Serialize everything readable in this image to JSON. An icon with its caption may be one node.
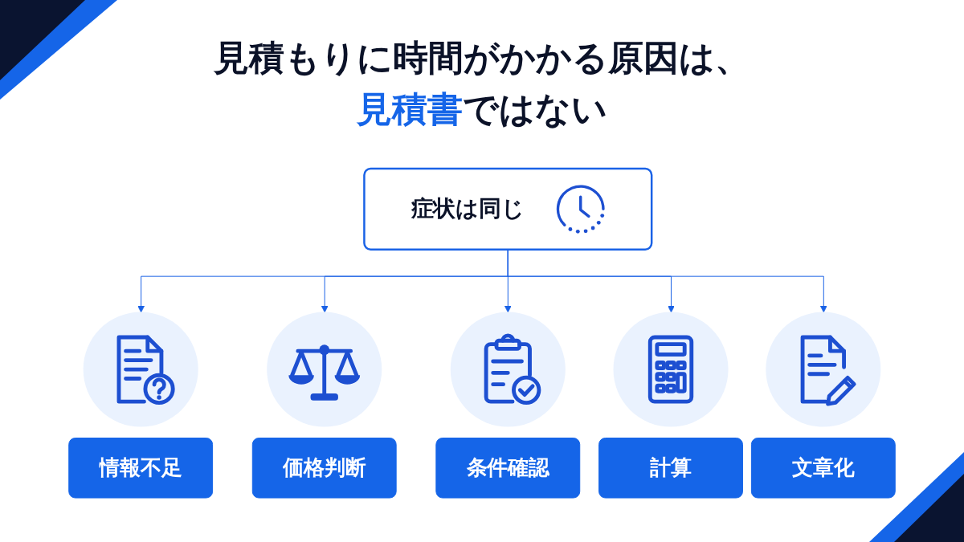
{
  "diagram": {
    "title": "見積もりに時間がかかる原因は、**見積書**ではない",
    "nodes": [
      {
        "text": [
          "症状は同じ"
        ]
      },
      {
        "text": [
          "情報不足"
        ]
      },
      {
        "text": [
          "価格判断"
        ]
      },
      {
        "text": [
          "条件確認"
        ]
      },
      {
        "text": [
          "計算"
        ]
      },
      {
        "text": [
          "文章化"
        ]
      }
    ],
    "edges": [
      {
        "from": 0,
        "to": 1,
        "arrow": "to"
      },
      {
        "from": 0,
        "to": 2,
        "arrow": "to"
      },
      {
        "from": 0,
        "to": 3,
        "arrow": "to"
      },
      {
        "from": 0,
        "to": 4,
        "arrow": "to"
      },
      {
        "from": 0,
        "to": 5,
        "arrow": "to"
      }
    ]
  }
}
